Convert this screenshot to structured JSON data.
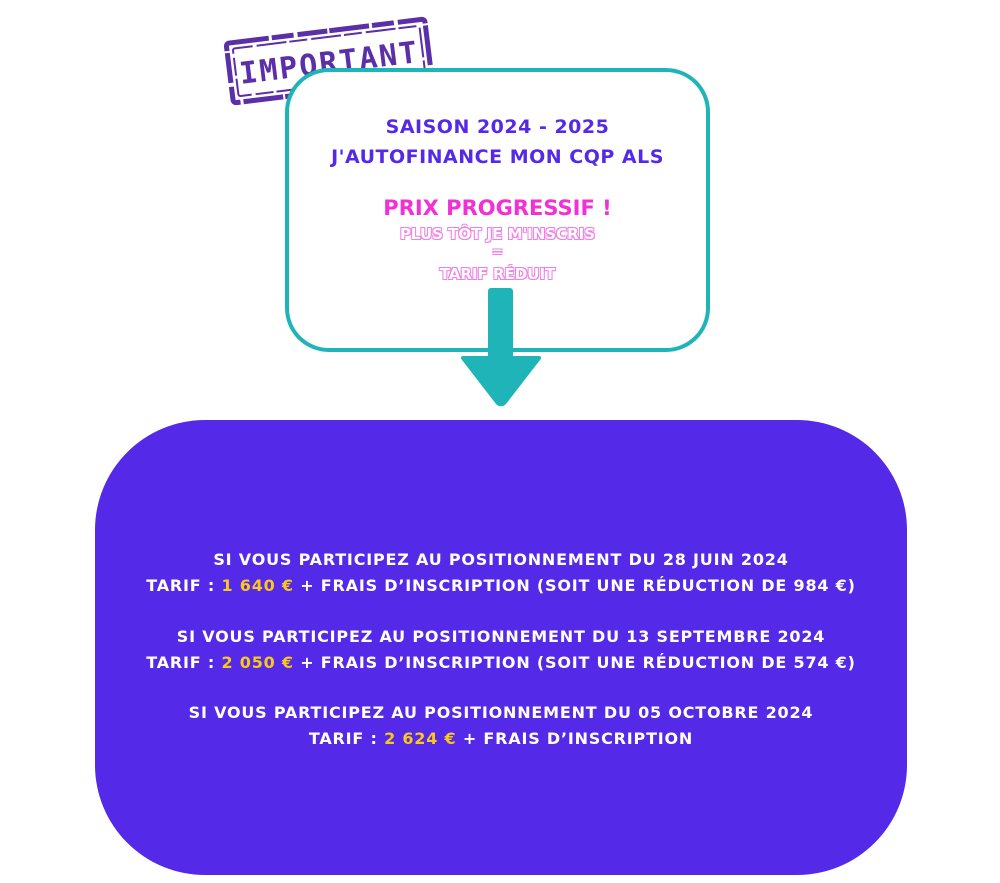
{
  "stamp": {
    "text": "IMPORTANT",
    "color": "#5a2fa8"
  },
  "card": {
    "line1": "SAISON 2024 - 2025",
    "line2": "J'AUTOFINANCE MON CQP ALS",
    "headline": "PRIX PROGRESSIF !",
    "sub1": "PLUS TÔT JE M'INSCRIS",
    "sub2": "=",
    "sub3": "TARIF RÉDUIT",
    "border_color": "#1fb5b8",
    "text_color": "#5429e8",
    "accent_color": "#f230d6"
  },
  "pricing": {
    "background": "#5429e8",
    "price_color": "#f9c81e",
    "tiers": [
      {
        "condition": "SI VOUS PARTICIPEZ AU POSITIONNEMENT DU 28 JUIN 2024",
        "tarif_label": "TARIF : ",
        "price": "1 640 €",
        "suffix": " + FRAIS D’INSCRIPTION (SOIT UNE RÉDUCTION DE 984 €)"
      },
      {
        "condition": "SI VOUS PARTICIPEZ AU POSITIONNEMENT DU 13 SEPTEMBRE 2024",
        "tarif_label": "TARIF : ",
        "price": "2 050 €",
        "suffix": " + FRAIS D’INSCRIPTION (SOIT UNE RÉDUCTION DE 574 €)"
      },
      {
        "condition": "SI VOUS PARTICIPEZ AU POSITIONNEMENT DU 05 OCTOBRE 2024",
        "tarif_label": "TARIF : ",
        "price": "2 624 €",
        "suffix": " + FRAIS D’INSCRIPTION"
      }
    ]
  }
}
